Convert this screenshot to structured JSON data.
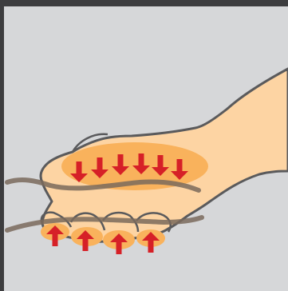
{
  "illustration": {
    "subject": "foot-pressure-diagram",
    "colors": {
      "frame": "#3d3d3f",
      "background": "#d6d7d9",
      "skin": "#fdd4a3",
      "pressure_zone": "#f9b25c",
      "arrow": "#d62027",
      "outline": "#5a5a5c",
      "bone": "#7a6a5c"
    },
    "arrow_groups": [
      {
        "name": "downward-pressure-arrows",
        "direction": "down",
        "count": 6
      },
      {
        "name": "upward-pressure-arrows",
        "direction": "up",
        "count": 4
      }
    ]
  }
}
